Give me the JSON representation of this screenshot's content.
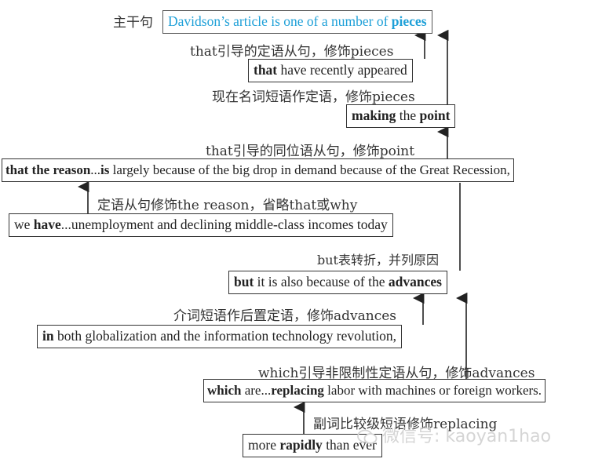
{
  "main_label": "主干句",
  "main": {
    "t1": "Davidson’s article is one of a number of ",
    "b1": "pieces"
  },
  "note1": "that引导的定语从句，修饰pieces",
  "box2": {
    "b1": "that",
    "t1": " have recently appeared"
  },
  "note2": "现在名词短语作定语，修饰pieces",
  "box3": {
    "b1": "making",
    "t1": " the ",
    "b2": "point"
  },
  "note3": "that引导的同位语从句，修饰point",
  "box4": {
    "b1": "that the reason",
    "t1": "...",
    "b2": "is",
    "t2": " largely because of the big drop in demand because of the Great Recession,"
  },
  "note4": "定语从句修饰the reason，省略that或why",
  "box5": {
    "t0": "we ",
    "b1": "have",
    "t1": "...unemployment and declining middle-class incomes today"
  },
  "note5": "but表转折，并列原因",
  "box6": {
    "b1": "but",
    "t1": " it is also because of the ",
    "b2": "advances"
  },
  "note6": "介词短语作后置定语，修饰advances",
  "box7": {
    "b1": "in",
    "t1": " both globalization and the information technology revolution,"
  },
  "note7": "which引导非限制性定语从句，修饰advances",
  "box8": {
    "b1": "which",
    "t1": " are...",
    "b2": "replacing",
    "t2": " labor with machines or foreign workers."
  },
  "note8": "副词比较级短语修饰replacing",
  "box9": {
    "t0": "more ",
    "b1": "rapidly",
    "t1": " than ever"
  },
  "watermark": "微信号: kaoyan1hao"
}
